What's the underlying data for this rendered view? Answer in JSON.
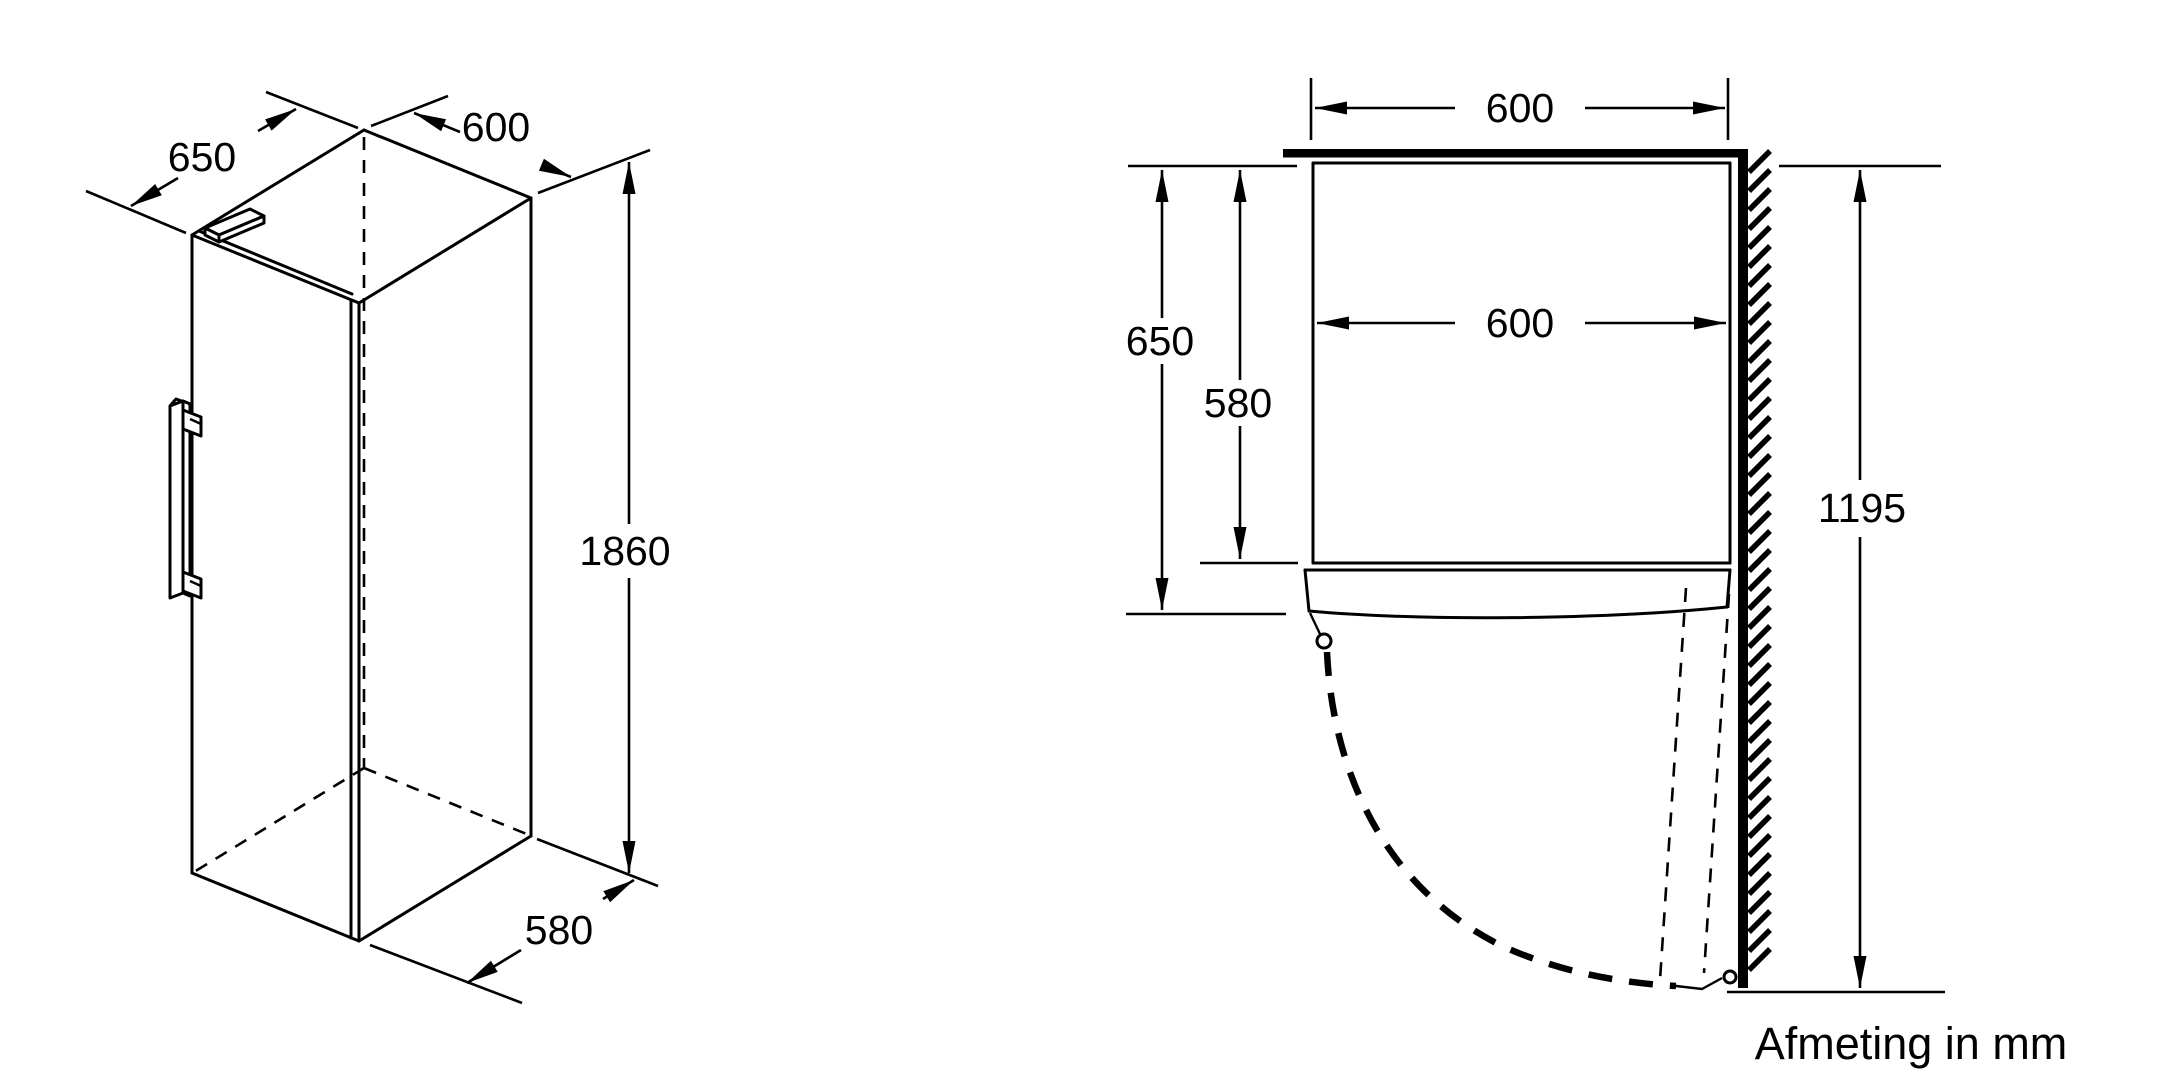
{
  "diagram": {
    "unit_label": "Afmeting in mm",
    "colors": {
      "line": "#000000",
      "background": "#ffffff"
    },
    "isometric_view": {
      "depth_label": "650",
      "width_label": "600",
      "height_label": "1860",
      "base_depth_label": "580"
    },
    "top_view": {
      "outer_width_label": "600",
      "inner_width_label": "600",
      "total_depth_label": "650",
      "body_depth_label": "580",
      "door_clearance_label": "1195"
    }
  }
}
